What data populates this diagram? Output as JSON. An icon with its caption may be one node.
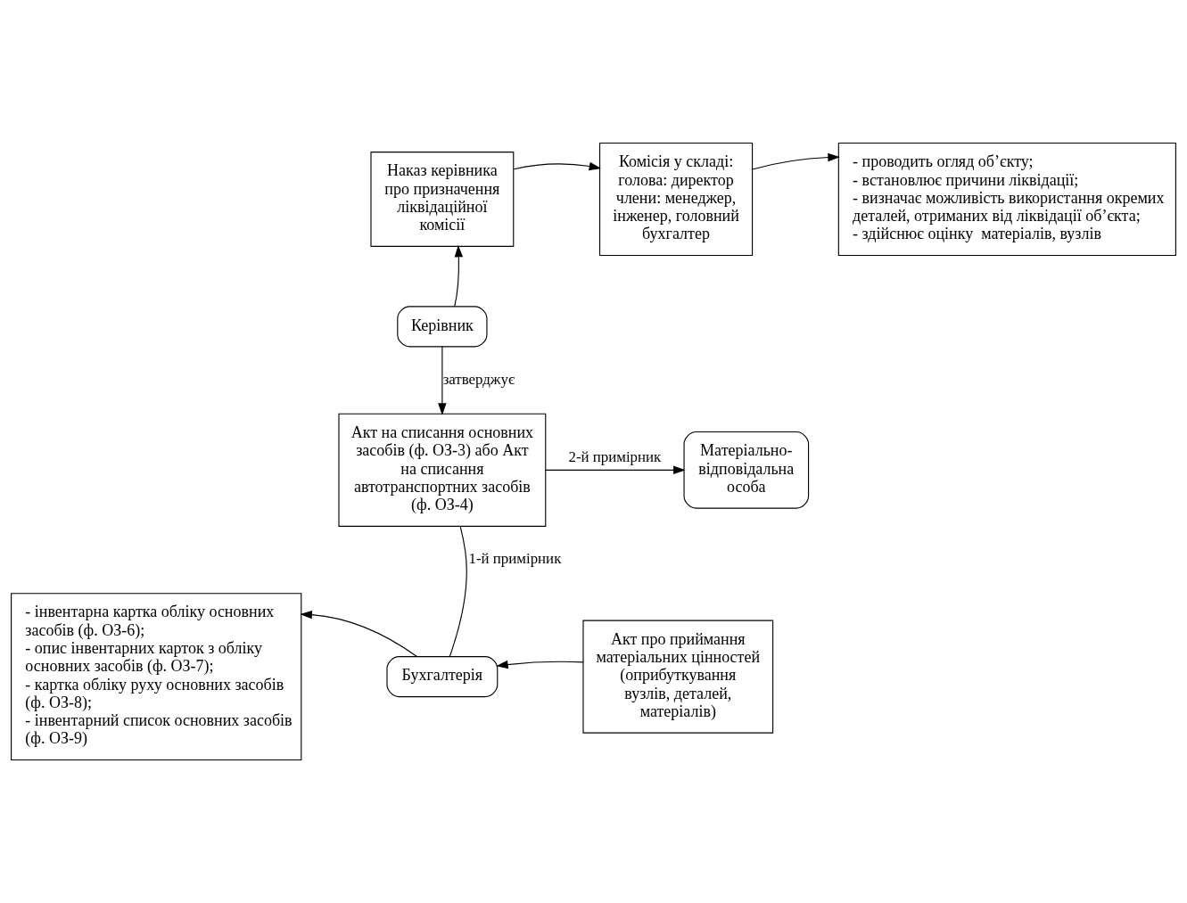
{
  "diagram": {
    "nodes": [
      {
        "text": [
          "Наказ керівника про призначення ліквідаційної комісії"
        ]
      },
      {
        "text": [
          "Комісія у складі:",
          "голова: директор члени: менеджер, інженер, головний бухгалтер"
        ]
      },
      {
        "text": [
          "- проводить огляд об’єкту;",
          "- встановлює причини ліквідації;",
          "- визначає можливість використання окремих деталей, отриманих від ліквідації об’єкта;",
          "- здійснює оцінку  матеріалів, вузлів"
        ]
      },
      {
        "text": [
          "Керівник"
        ]
      },
      {
        "text": [
          "Акт на списання основних засобів (ф. ОЗ-3) або Акт на списання автотранспортних засобів (ф. ОЗ-4)"
        ]
      },
      {
        "text": [
          "Матеріально-відповідальна особа"
        ]
      },
      {
        "text": [
          "- інвентарна картка обліку основних засобів (ф. ОЗ-6);",
          "- опис інвентарних карток з обліку основних засобів (ф. ОЗ-7);",
          "- картка обліку руху основних засобів (ф. ОЗ-8);",
          "- інвентарний список основних засобів (ф. ОЗ-9)"
        ]
      },
      {
        "text": [
          "Бухгалтерія"
        ]
      },
      {
        "text": [
          "Акт про приймання матеріальних цінностей (оприбуткування вузлів, деталей, матеріалів)"
        ]
      }
    ],
    "edges": [
      {
        "from": 3,
        "to": 0,
        "arrow": "to"
      },
      {
        "from": 0,
        "to": 1,
        "arrow": "to"
      },
      {
        "from": 1,
        "to": 2,
        "arrow": "to"
      },
      {
        "from": 3,
        "to": 4,
        "arrow": "to",
        "label": "затверджує"
      },
      {
        "from": 4,
        "to": 5,
        "arrow": "to",
        "label": "2-й примірник"
      },
      {
        "from": 4,
        "to": 7,
        "arrow": "none",
        "label": "1-й примірник"
      },
      {
        "from": 7,
        "to": 6,
        "arrow": "to"
      },
      {
        "from": 8,
        "to": 7,
        "arrow": "to"
      }
    ]
  }
}
